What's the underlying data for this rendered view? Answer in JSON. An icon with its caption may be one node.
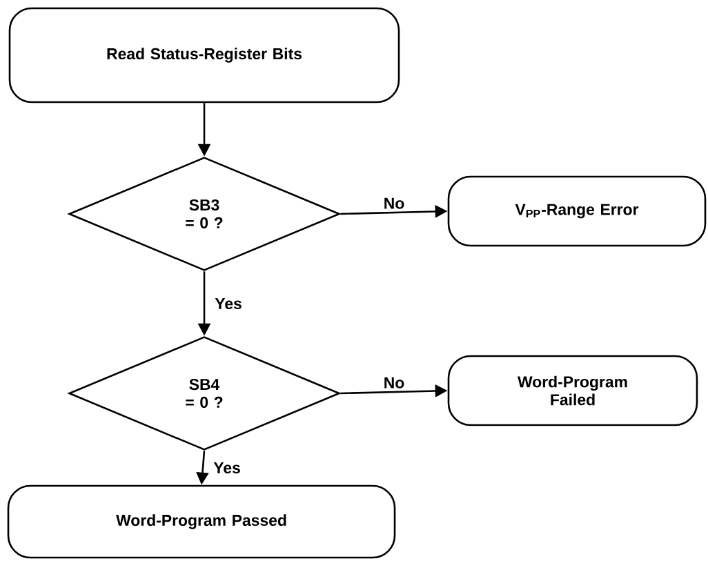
{
  "diagram": {
    "nodes": [
      {
        "text": [
          "Read Status-Register Bits"
        ]
      },
      {
        "text": [
          "SB3 = 0 ?"
        ]
      },
      {
        "text": [
          "V$_{PP}$-Range Error"
        ]
      },
      {
        "text": [
          "SB4 = 0 ?"
        ]
      },
      {
        "text": [
          "Word-Program Failed"
        ]
      },
      {
        "text": [
          "Word-Program Passed"
        ]
      }
    ],
    "edges": [
      {
        "from": 0,
        "to": 1,
        "arrow": "to"
      },
      {
        "from": 1,
        "to": 2,
        "arrow": "to",
        "label": "No"
      },
      {
        "from": 1,
        "to": 3,
        "arrow": "to",
        "label": "Yes"
      },
      {
        "from": 3,
        "to": 4,
        "arrow": "to",
        "label": "No"
      },
      {
        "from": 3,
        "to": 5,
        "arrow": "to",
        "label": "Yes"
      }
    ]
  }
}
